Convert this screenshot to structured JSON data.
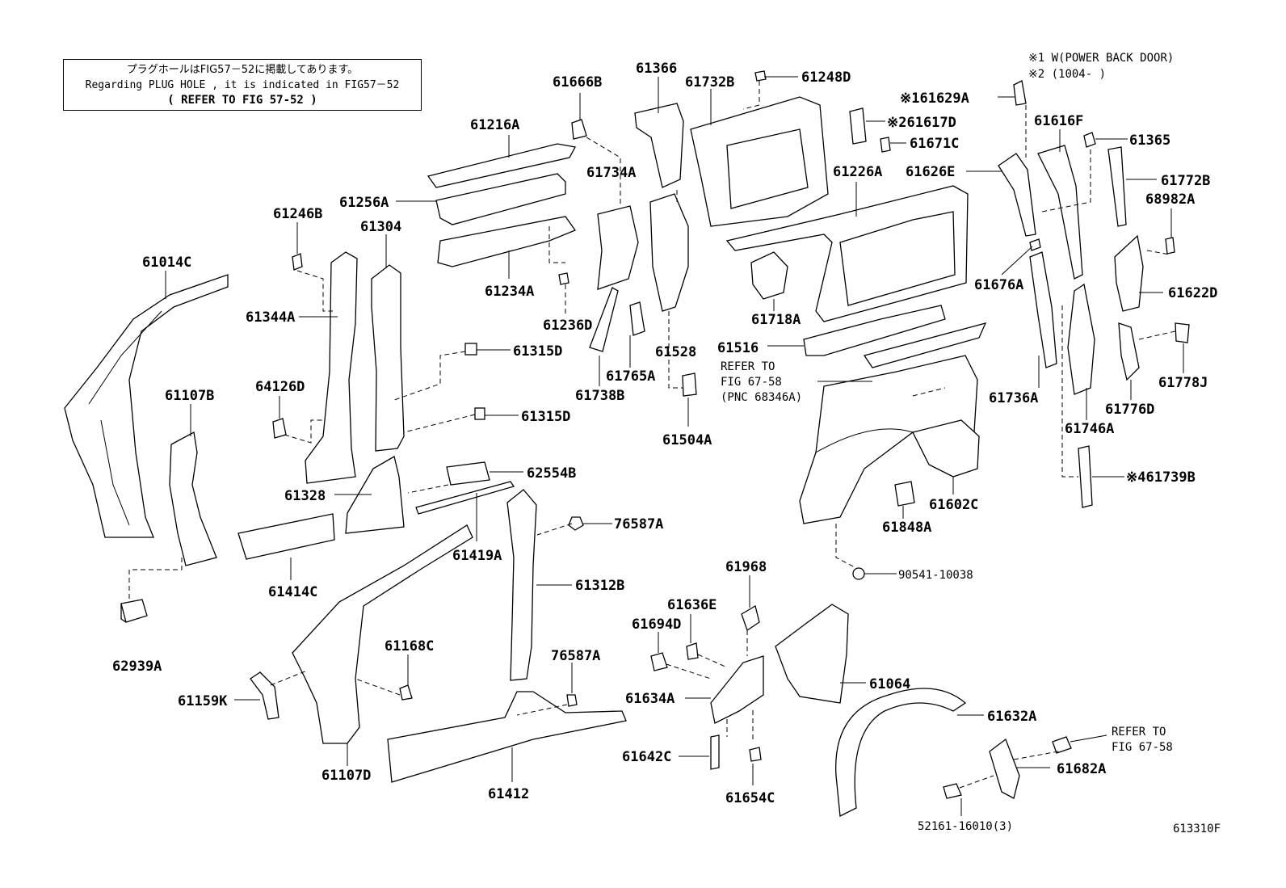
{
  "note": {
    "line1": "プラグホールはFIG57－52に掲載してあります。",
    "line2": "Regarding PLUG HOLE , it is indicated in FIG57－52",
    "line3": "( REFER TO FIG 57-52 )"
  },
  "legend": {
    "line1": "※1 W(POWER BACK DOOR)",
    "line2": "※2 (1004- )"
  },
  "figure_id": "613310F",
  "refer_left": {
    "line1": "REFER TO",
    "line2": "FIG 67-58",
    "line3": "(PNC 68346A)"
  },
  "refer_right": {
    "line1": "REFER TO",
    "line2": "FIG 67-58"
  },
  "labels": {
    "l61014C": "61014C",
    "l61107B": "61107B",
    "l62939A": "62939A",
    "l61246B": "61246B",
    "l61344A": "61344A",
    "l64126D": "64126D",
    "l61304": "61304",
    "l61256A": "61256A",
    "l61216A": "61216A",
    "l61234A": "61234A",
    "l61666B": "61666B",
    "l61734A": "61734A",
    "l61236D": "61236D",
    "l61315D_1": "61315D",
    "l61315D_2": "61315D",
    "l61328": "61328",
    "l62554B": "62554B",
    "l61414C": "61414C",
    "l61419A": "61419A",
    "l61366": "61366",
    "l61732B": "61732B",
    "l61248D": "61248D",
    "l61528": "61528",
    "l61765A": "61765A",
    "l61738B": "61738B",
    "l61504A": "61504A",
    "l61629A": "※161629A",
    "l61617D": "※261617D",
    "l61671C": "61671C",
    "l61226A": "61226A",
    "l61626E": "61626E",
    "l61616F": "61616F",
    "l61365": "61365",
    "l61772B": "61772B",
    "l68982A": "68982A",
    "l61622D": "61622D",
    "l61676A": "61676A",
    "l61718A": "61718A",
    "l61516": "61516",
    "l61736A": "61736A",
    "l61746A": "61746A",
    "l61776D": "61776D",
    "l61778J": "61778J",
    "l61739B": "※461739B",
    "l61602C": "61602C",
    "l61848A": "61848A",
    "l90541": "90541-10038",
    "l76587A_1": "76587A",
    "l61312B": "61312B",
    "l76587A_2": "76587A",
    "l61168C": "61168C",
    "l61159K": "61159K",
    "l61107D": "61107D",
    "l61412": "61412",
    "l61968": "61968",
    "l61636E": "61636E",
    "l61694D": "61694D",
    "l61634A": "61634A",
    "l61064": "61064",
    "l61632A": "61632A",
    "l61642C": "61642C",
    "l61654C": "61654C",
    "l61682A": "61682A",
    "l52161": "52161-16010(3)"
  }
}
